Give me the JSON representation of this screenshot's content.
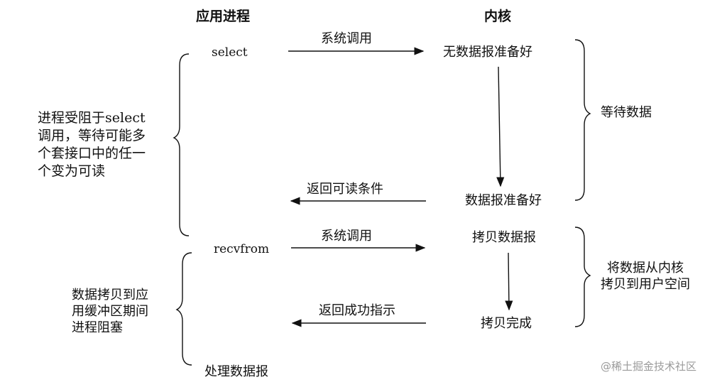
{
  "headers": {
    "app_process": "应用进程",
    "kernel": "内核"
  },
  "app": {
    "select": "select",
    "recvfrom": "recvfrom",
    "process_datagram": "处理数据报"
  },
  "arrows": {
    "syscall_1": "系统调用",
    "return_readable": "返回可读条件",
    "syscall_2": "系统调用",
    "return_success": "返回成功指示"
  },
  "kernel": {
    "no_datagram_ready": "无数据报准备好",
    "datagram_ready": "数据报准备好",
    "copy_datagram": "拷贝数据报",
    "copy_complete": "拷贝完成"
  },
  "left_notes": {
    "blocked_select": [
      "进程受阻于select",
      "调用，等待可能多",
      "个套接口中的任一",
      "个变为可读"
    ],
    "blocked_copy": [
      "数据拷贝到应",
      "用缓冲区期间",
      "进程阻塞"
    ]
  },
  "right_notes": {
    "wait_data": "等待数据",
    "copy_to_user": [
      "将数据从内核",
      "拷贝到用户空间"
    ]
  },
  "watermark": "@稀土掘金技术社区"
}
